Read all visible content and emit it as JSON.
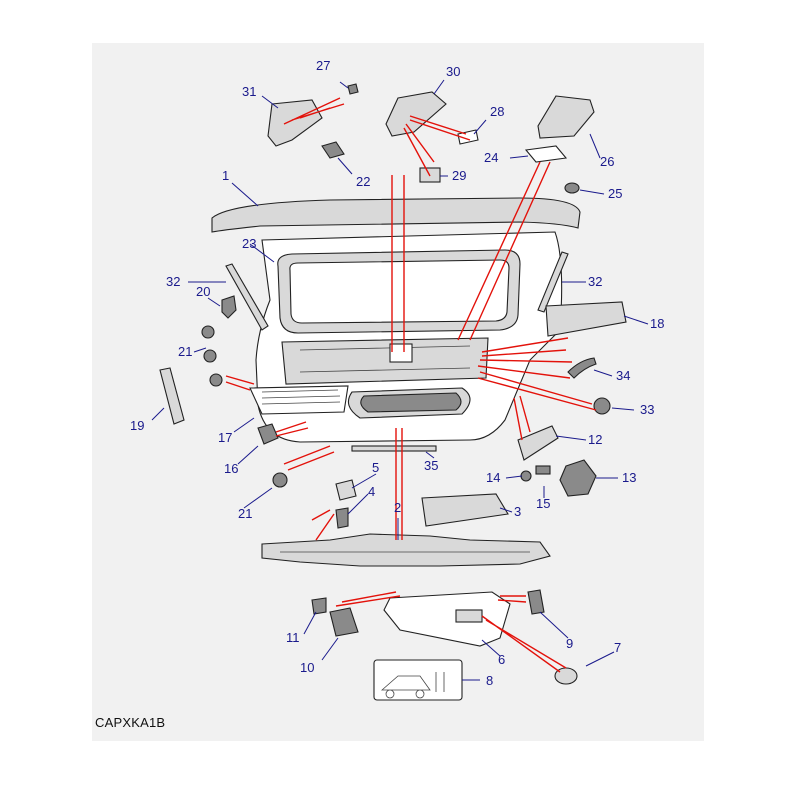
{
  "figure_code": "CAPXKA1B",
  "callouts": [
    "1",
    "2",
    "3",
    "4",
    "5",
    "6",
    "7",
    "8",
    "9",
    "10",
    "11",
    "12",
    "13",
    "14",
    "15",
    "16",
    "17",
    "18",
    "19",
    "20",
    "21",
    "21",
    "22",
    "23",
    "24",
    "25",
    "26",
    "27",
    "28",
    "29",
    "30",
    "31",
    "32",
    "32",
    "33",
    "34",
    "35"
  ],
  "colors": {
    "callout_text": "#1a1a8c",
    "leader_red": "#e3120b",
    "background": "#f1f1f1"
  }
}
